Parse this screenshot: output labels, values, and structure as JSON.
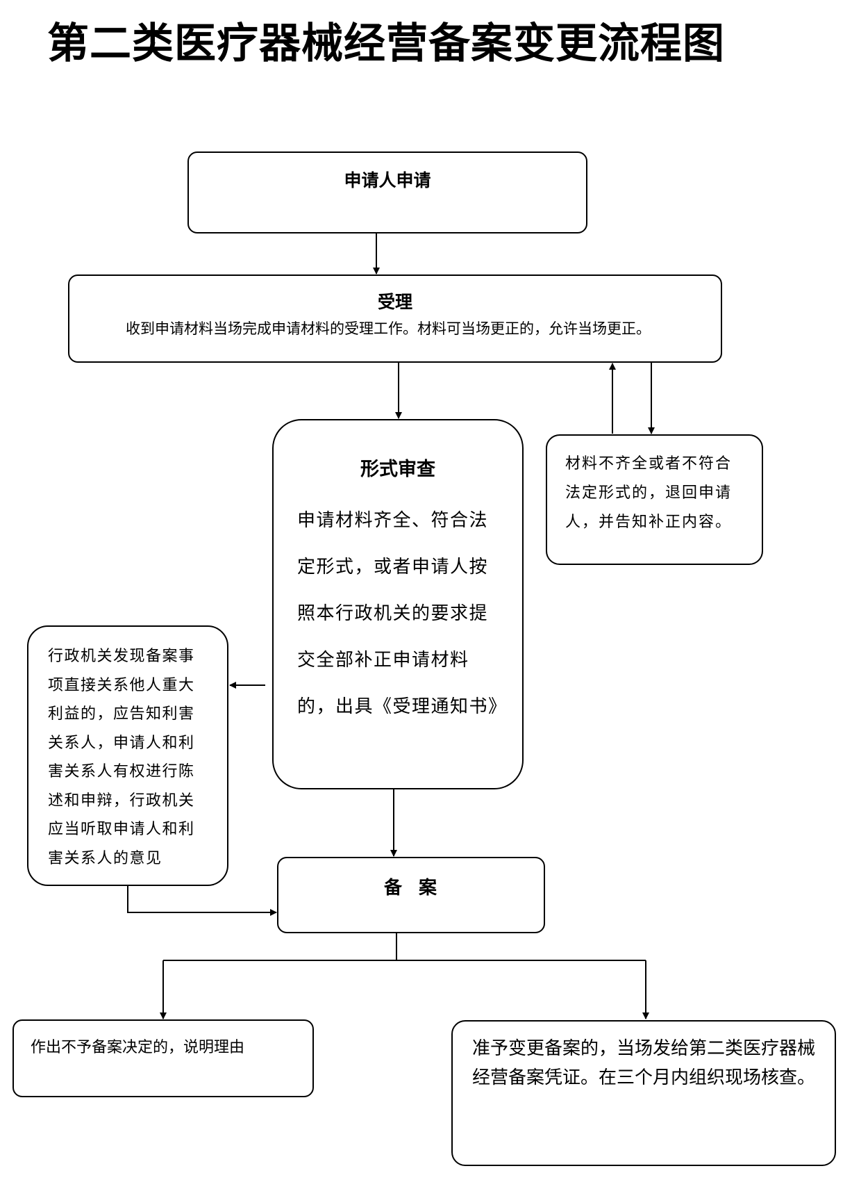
{
  "title": "第二类医疗器械经营备案变更流程图",
  "apply": {
    "title": "申请人申请"
  },
  "accept": {
    "title": "受理",
    "text": "收到申请材料当场完成申请材料的受理工作。材料可当场更正的，允许当场更正。"
  },
  "review": {
    "title": "形式审查",
    "text": "申请材料齐全、符合法定形式，或者申请人按照本行政机关的要求提交全部补正申请材料的，出具《受理通知书》"
  },
  "return_box": {
    "text": "材料不齐全或者不符合法定形式的，退回申请人，并告知补正内容。"
  },
  "notify": {
    "text": "行政机关发现备案事项直接关系他人重大利益的，应告知利害关系人，申请人和利害关系人有权进行陈述和申辩，行政机关应当听取申请人和利害关系人的意见"
  },
  "record": {
    "title": "备  案"
  },
  "reject": {
    "text": "作出不予备案决定的，说明理由"
  },
  "approve": {
    "text": "准予变更备案的，当场发给第二类医疗器械经营备案凭证。在三个月内组织现场核查。"
  }
}
